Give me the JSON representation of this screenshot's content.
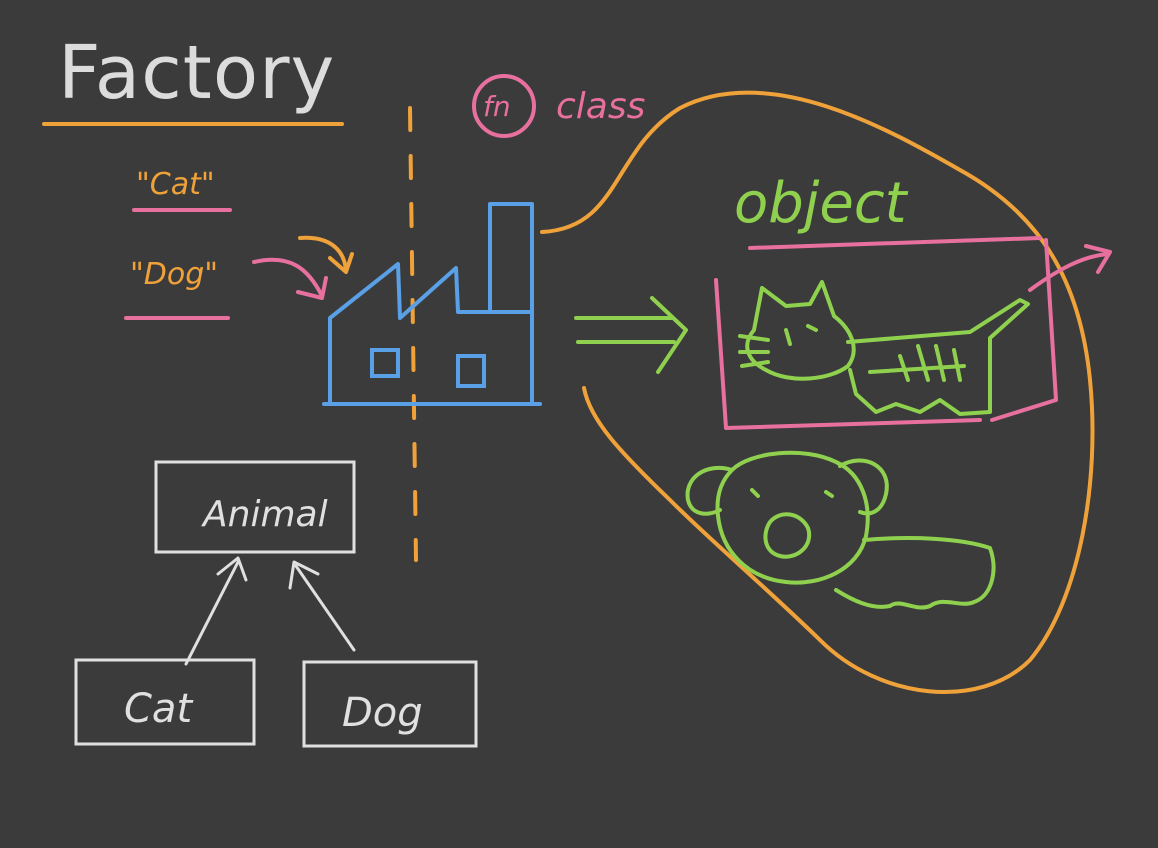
{
  "slide": {
    "title": "Factory",
    "inputs": [
      "\"Cat\"",
      "\"Dog\""
    ],
    "fn_label": "fn",
    "class_label": "class",
    "output_label": "object"
  },
  "class_diagram": {
    "parent": "Animal",
    "children": [
      "Cat",
      "Dog"
    ]
  },
  "colors": {
    "background": "#3b3b3b",
    "title": "#dcdcdc",
    "orange": "#f0a23a",
    "pink": "#e8709e",
    "blue": "#5aa0e6",
    "green": "#8fd14f",
    "chalk": "#e0e0e0"
  }
}
